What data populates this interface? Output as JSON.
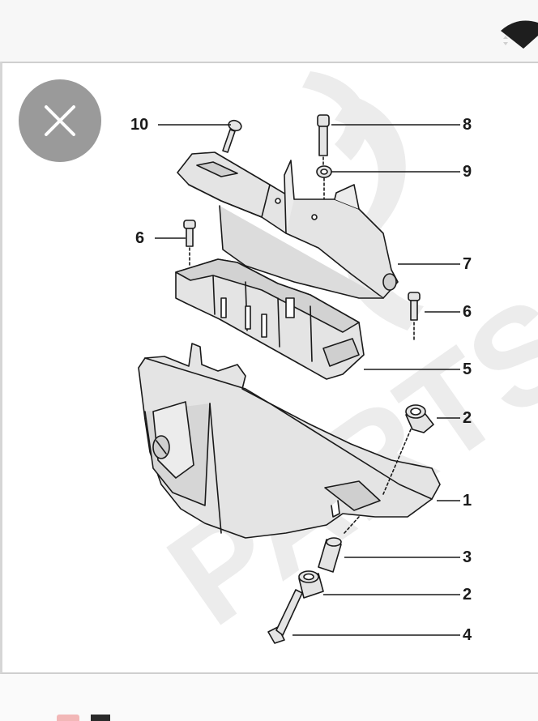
{
  "viewer": {
    "close_label": "Close",
    "watermark": "PARTS",
    "callouts": {
      "c10": "10",
      "c8": "8",
      "c9": "9",
      "c6a": "6",
      "c7": "7",
      "c6b": "6",
      "c5": "5",
      "c2a": "2",
      "c1": "1",
      "c3": "3",
      "c2b": "2",
      "c4": "4"
    }
  },
  "colors": {
    "close_button_bg": "#9a9a9a",
    "watermark": "#ececec",
    "part_fill": "#e2e2e2",
    "line": "#1a1a1a"
  }
}
